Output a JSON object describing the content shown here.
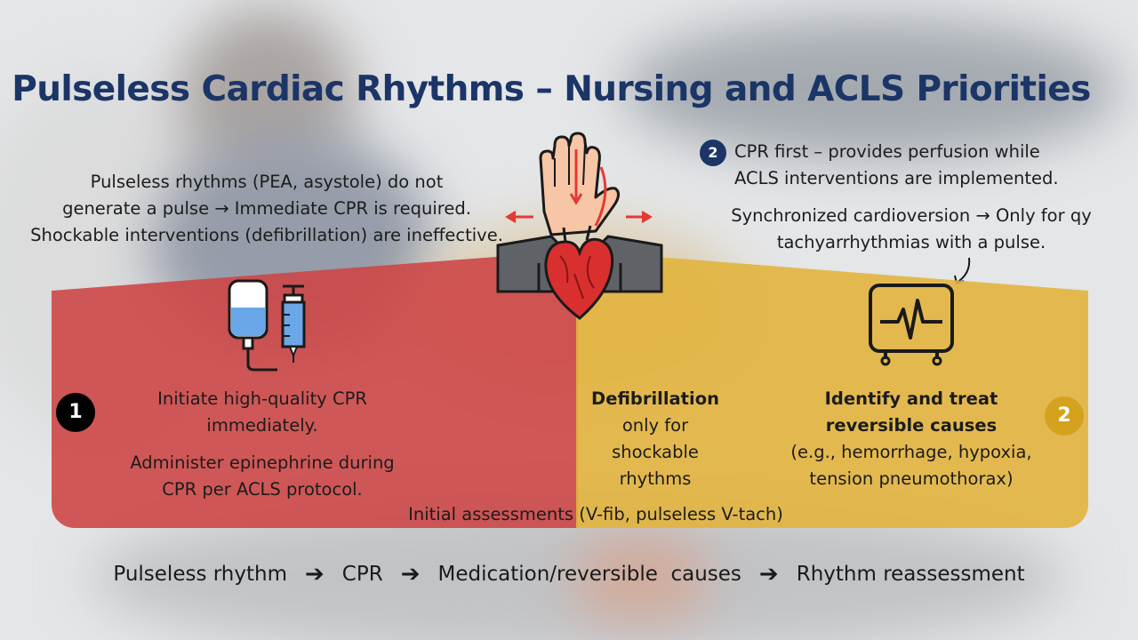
{
  "title": "Pulseless Cardiac Rhythms – Nursing and ACLS Priorities",
  "intro": {
    "line1": "Pulseless rhythms (PEA, asystole) do not",
    "line2": "generate a pulse → Immediate CPR is required.",
    "line3": "Shockable interventions (defibrillation) are ineffective."
  },
  "cpr_note": {
    "badge": "2",
    "line1": "CPR first – provides perfusion while",
    "line2": "ACLS interventions are implemented."
  },
  "cardioversion_note": {
    "line1": "Synchronized cardioversion → Only for qy",
    "line2": "tachyarrhythmias with a pulse."
  },
  "left_panel": {
    "badge": "1",
    "line1": "Initiate high-quality CPR",
    "line2": "immediately.",
    "line3": "Administer epinephrine during",
    "line4": "CPR per ACLS protocol."
  },
  "defib": {
    "heading": "Defibrillation",
    "line1": "only for",
    "line2": "shockable",
    "line3": "rhythms"
  },
  "reversible": {
    "heading1": "Identify and treat",
    "heading2": "reversible causes",
    "line1": "(e.g., hemorrhage, hypoxia,",
    "line2": "tension pneumothorax)",
    "badge": "2"
  },
  "assessments": "Initial assessments (V-fib, pulseless V-tach)",
  "flow": [
    "Pulseless rhythm",
    "CPR",
    "Medication/reversible  causes",
    "Rhythm reassessment"
  ],
  "colors": {
    "title": "#1b3567",
    "left_panel": "#cd4747",
    "right_panel": "#e2b43e",
    "badge_dark": "#1b3567",
    "badge_black": "#000000",
    "badge_gold": "#d4a21c"
  },
  "icons": [
    "iv-bag-icon",
    "syringe-icon",
    "hand-heart-icon",
    "monitor-ecg-icon"
  ]
}
